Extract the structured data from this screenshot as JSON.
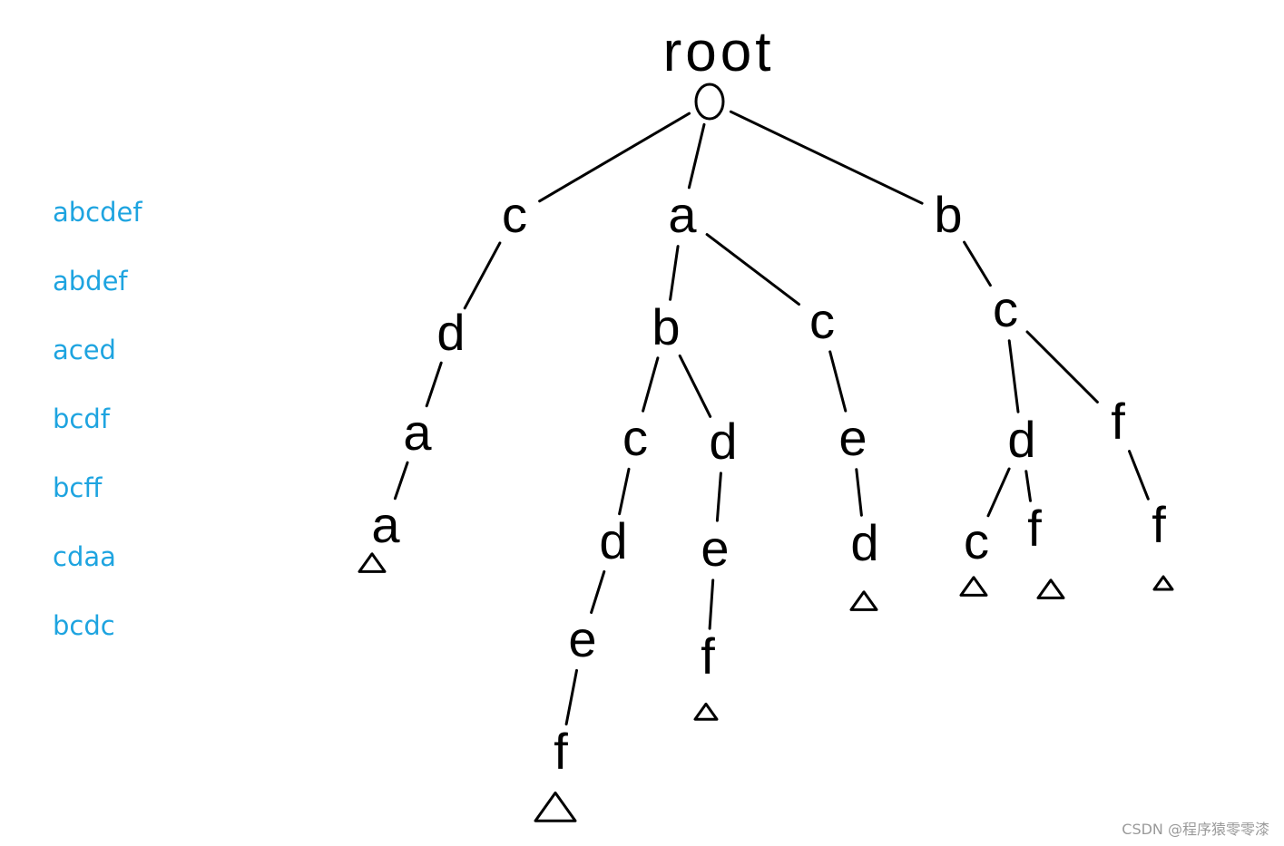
{
  "words": [
    "abcdef",
    "abdef",
    "aced",
    "bcdf",
    "bcff",
    "cdaa",
    "bcdc"
  ],
  "tree": {
    "root_label": "root",
    "nodes": [
      {
        "id": "c1",
        "letter": "c",
        "parent": "root"
      },
      {
        "id": "a1",
        "letter": "a",
        "parent": "root"
      },
      {
        "id": "b1",
        "letter": "b",
        "parent": "root"
      },
      {
        "id": "d1",
        "letter": "d",
        "parent": "c1"
      },
      {
        "id": "a2",
        "letter": "a",
        "parent": "d1"
      },
      {
        "id": "a3",
        "letter": "a",
        "parent": "a2",
        "end": true
      },
      {
        "id": "b2",
        "letter": "b",
        "parent": "a1"
      },
      {
        "id": "c2",
        "letter": "c",
        "parent": "a1"
      },
      {
        "id": "c3",
        "letter": "c",
        "parent": "b2"
      },
      {
        "id": "d2",
        "letter": "d",
        "parent": "b2"
      },
      {
        "id": "d3",
        "letter": "d",
        "parent": "c3"
      },
      {
        "id": "e1",
        "letter": "e",
        "parent": "d3"
      },
      {
        "id": "f1",
        "letter": "f",
        "parent": "e1",
        "end": true
      },
      {
        "id": "e2",
        "letter": "e",
        "parent": "d2"
      },
      {
        "id": "f2",
        "letter": "f",
        "parent": "e2",
        "end": true
      },
      {
        "id": "e3",
        "letter": "e",
        "parent": "c2"
      },
      {
        "id": "d4",
        "letter": "d",
        "parent": "e3",
        "end": true
      },
      {
        "id": "c4",
        "letter": "c",
        "parent": "b1"
      },
      {
        "id": "d5",
        "letter": "d",
        "parent": "c4"
      },
      {
        "id": "f3",
        "letter": "f",
        "parent": "c4"
      },
      {
        "id": "c5",
        "letter": "c",
        "parent": "d5",
        "end": true
      },
      {
        "id": "f4",
        "letter": "f",
        "parent": "d5",
        "end": true
      },
      {
        "id": "f5",
        "letter": "f",
        "parent": "f3",
        "end": true
      }
    ]
  },
  "watermark": "CSDN @程序猿零零漆"
}
